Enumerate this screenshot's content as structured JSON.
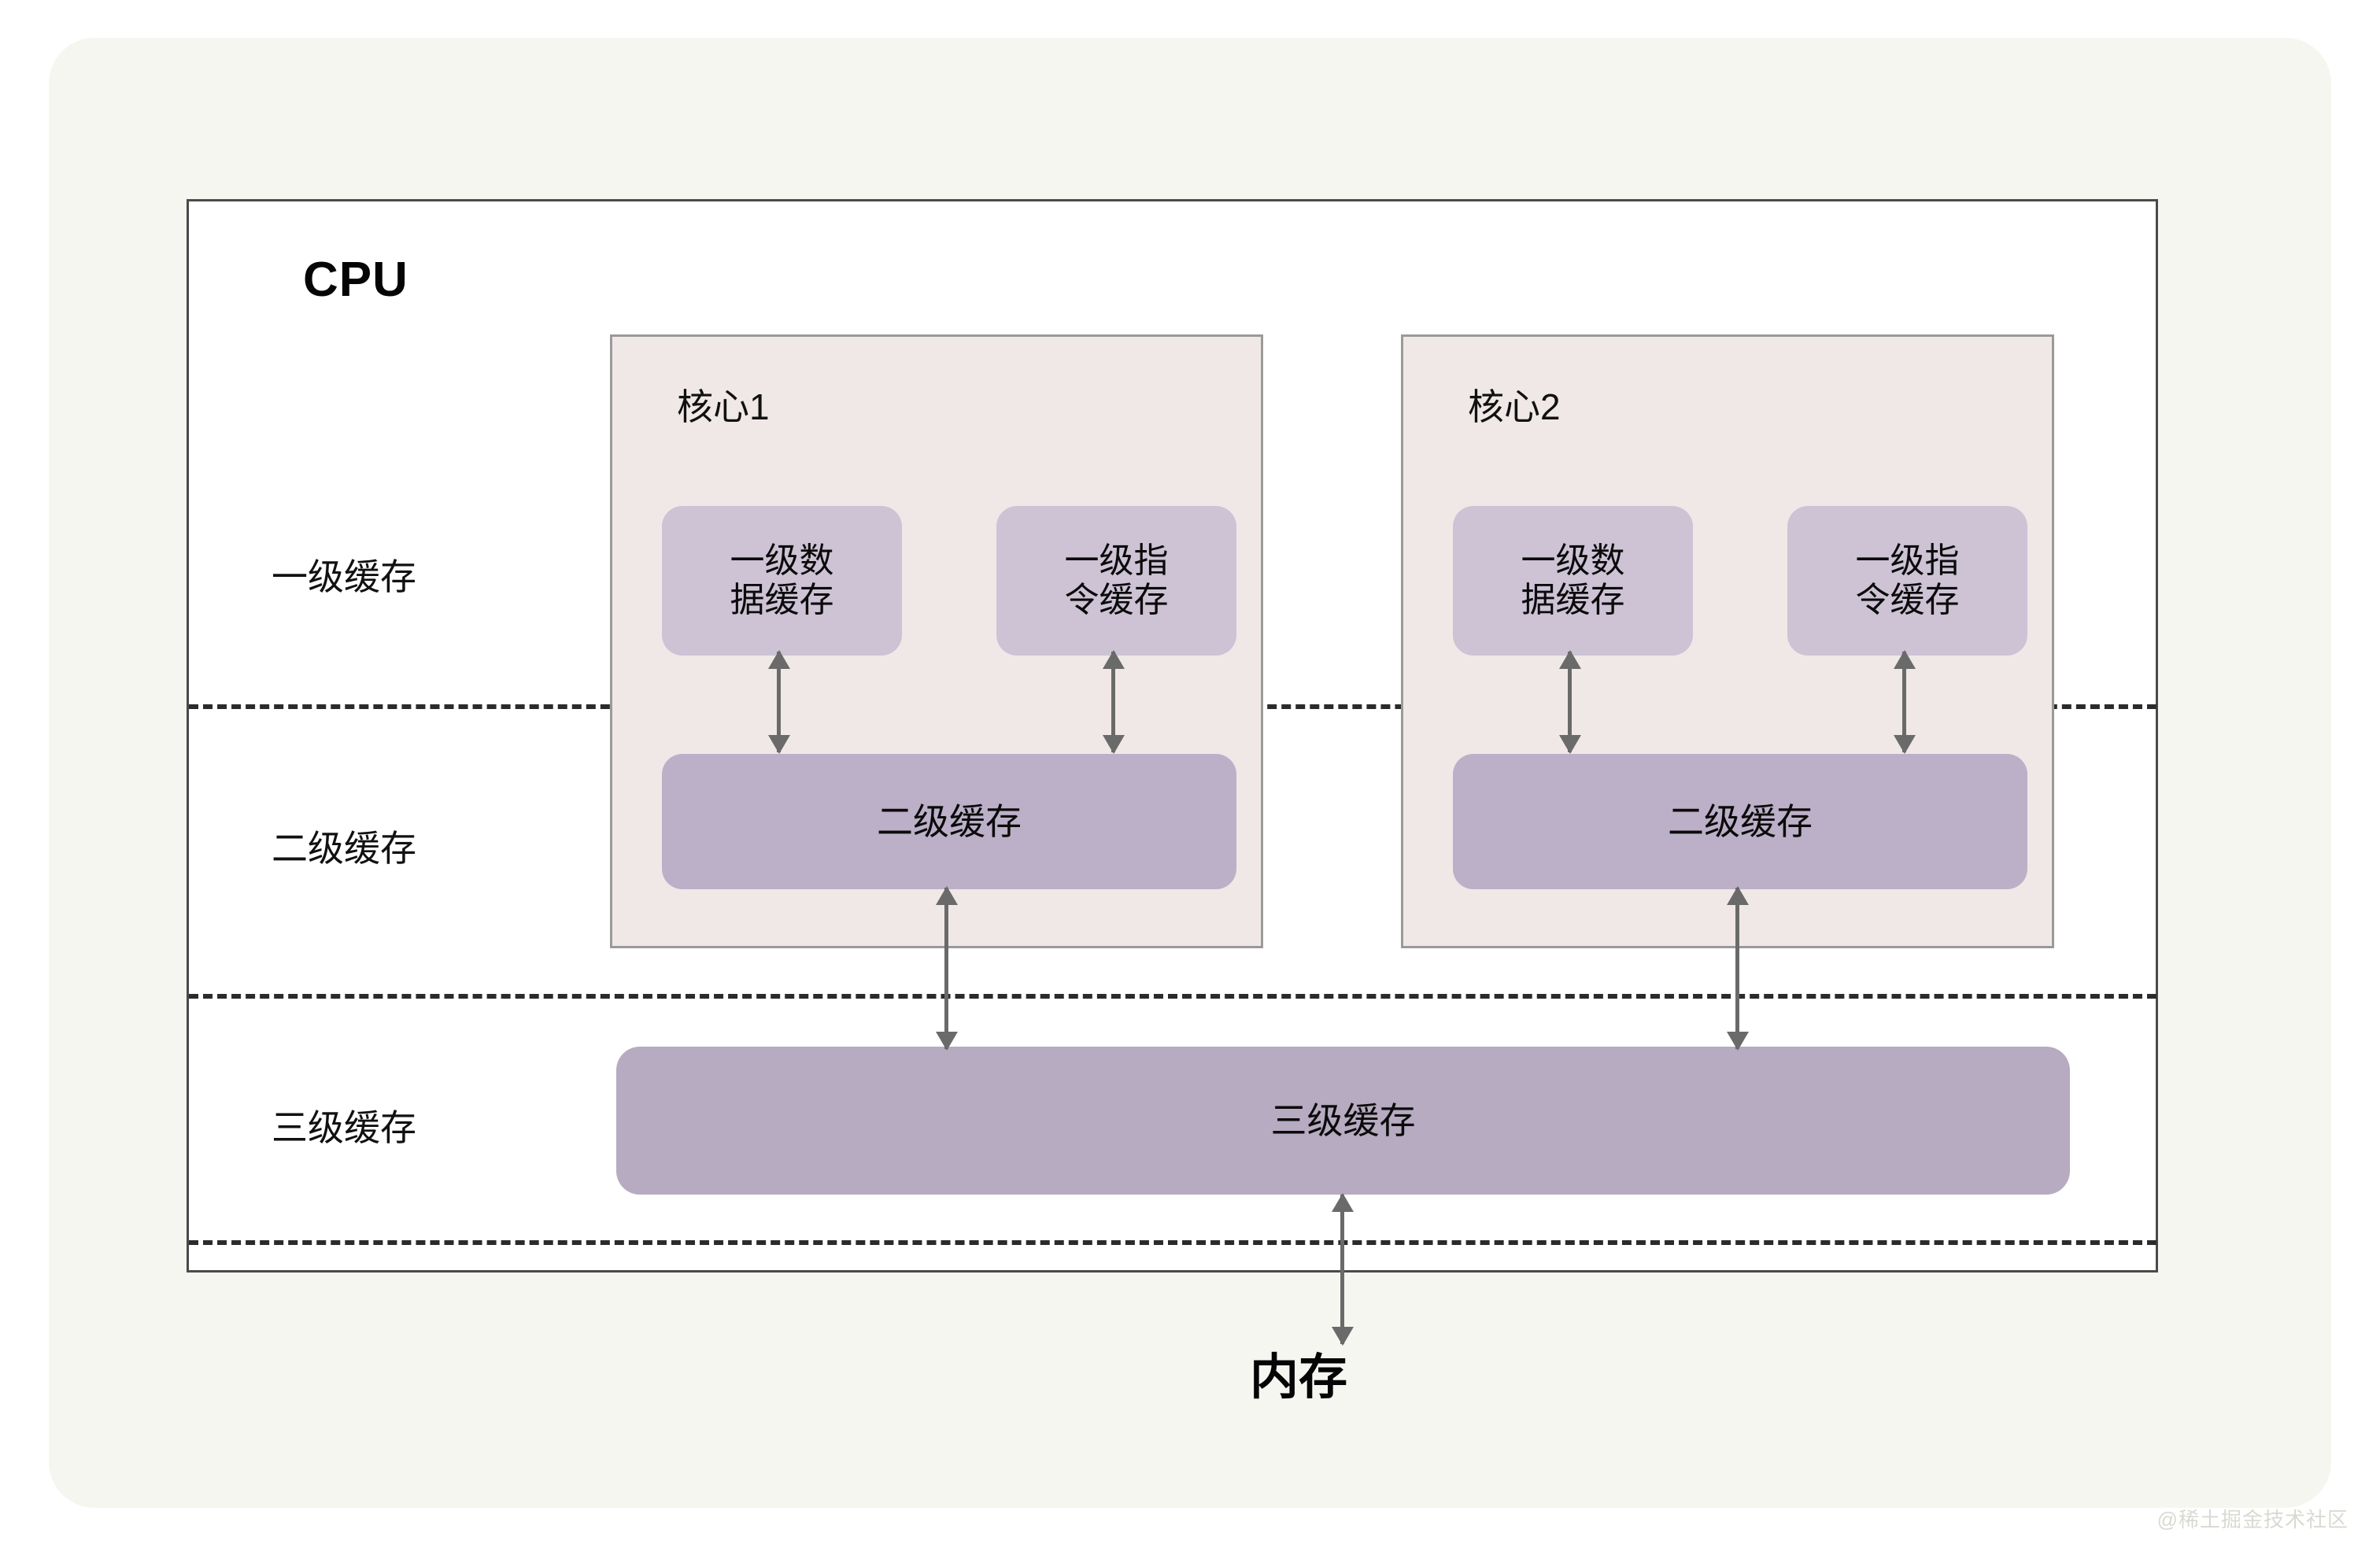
{
  "diagram": {
    "title": "CPU",
    "memory_label": "内存",
    "watermark": "@稀土掘金技术社区",
    "levels": [
      {
        "id": "l1",
        "label": "一级缓存"
      },
      {
        "id": "l2",
        "label": "二级缓存"
      },
      {
        "id": "l3",
        "label": "三级缓存"
      }
    ],
    "cores": [
      {
        "id": "core1",
        "title": "核心1",
        "l1_data_cache": "一级数\n据缓存",
        "l1_instruction_cache": "一级指\n令缓存",
        "l2_cache": "二级缓存"
      },
      {
        "id": "core2",
        "title": "核心2",
        "l1_data_cache": "一级数\n据缓存",
        "l1_instruction_cache": "一级指\n令缓存",
        "l2_cache": "二级缓存"
      }
    ],
    "l3_cache": "三级缓存",
    "colors": {
      "page_background": "#ffffff",
      "card_background": "#f5f6f0",
      "cpu_background": "#ffffff",
      "cpu_border": "#4a4a4a",
      "core_background": "#f0e8e7",
      "core_border": "#9a9a9a",
      "l1_block": "#cdc3d5",
      "l2_block": "#bcb0c8",
      "l3_block": "#b6abc1",
      "divider": "#2b2b2b",
      "arrow": "#6a6a6a",
      "text": "#0b0b0b",
      "watermark": "#d8dad2"
    }
  }
}
